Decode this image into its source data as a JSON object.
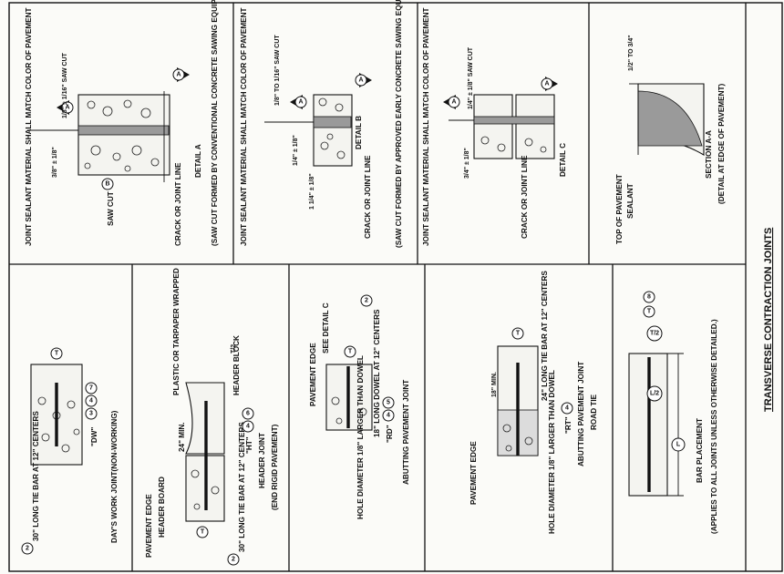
{
  "title": "TRANSVERSE CONTRACTION JOINTS",
  "details": {
    "detail_a": {
      "title": "DETAIL A",
      "note": "(SAW CUT FORMED BY CONVENTIONAL CONCRETE SAWING EQUIPMENT.)",
      "sealant": "JOINT SEALANT MATERIAL SHALL MATCH COLOR OF PAVEMENT",
      "saw_cut_label": "SAW CUT",
      "crack_label": "CRACK OR JOINT LINE",
      "top_dim": "1/8\" ± 1/16\" SAW CUT",
      "side_dim": "3/8\" ± 1/8\"",
      "marker_b": "B",
      "marker_a": "A"
    },
    "detail_b": {
      "title": "DETAIL B",
      "note": "(SAW CUT FORMED BY APPROVED EARLY CONCRETE SAWING EQUIPMENT.)",
      "sealant": "JOINT SEALANT MATERIAL SHALL MATCH COLOR OF PAVEMENT",
      "crack_label": "CRACK OR JOINT LINE",
      "top_dim": "1/8\" TO 1/16\" SAW CUT",
      "side_dim": "1 1/4\" ± 1/8\"",
      "side_dim2": "1/4\" ± 1/8\"",
      "marker_a": "A"
    },
    "detail_c": {
      "title": "DETAIL C",
      "sealant": "JOINT SEALANT MATERIAL SHALL MATCH COLOR OF PAVEMENT",
      "crack_label": "CRACK OR JOINT LINE",
      "top_dim": "1/4\" ± 1/8\" SAW CUT",
      "side_dim": "3/4\" ± 1/8\"",
      "marker_a": "A"
    },
    "section_aa": {
      "title": "SECTION A-A",
      "note": "(DETAIL AT EDGE OF PAVEMENT)",
      "top_label": "TOP OF PAVEMENT",
      "sealant": "SEALANT",
      "dim": "1/2\" TO 3/4\""
    }
  },
  "joints": {
    "dw": {
      "code": "\"DW\"",
      "refs": [
        "3",
        "4",
        "7"
      ],
      "title": "DAY'S WORK JOINT(NON-WORKING)",
      "bar": "30\" LONG TIE BAR AT 12\" CENTERS",
      "bar_ref": "2",
      "t": "T"
    },
    "ht": {
      "code": "\"HT\"",
      "refs": [
        "4",
        "6"
      ],
      "title": "HEADER JOINT",
      "subtitle": "(END RIGID PAVEMENT)",
      "edge": "PAVEMENT EDGE",
      "board": "HEADER BOARD",
      "min": "24\" MIN.",
      "wrap": "PLASTIC OR TARPAPER WRAPPED",
      "block": "HEADER BLOCK",
      "bar": "30\" LONG TIE BAR AT 12\" CENTERS",
      "bar_ref": "2",
      "half": "T/2",
      "t": "T"
    },
    "rd": {
      "code": "\"RD\"",
      "refs": [
        "4",
        "5"
      ],
      "title": "ABUTTING PAVEMENT JOINT",
      "edge": "PAVEMENT EDGE",
      "see": "SEE DETAIL C",
      "dowel": "18\" LONG DOWEL AT 12\" CENTERS",
      "dowel_ref": "2",
      "hole": "HOLE DIAMETER 1/8\" LARGER THAN DOWEL",
      "t": "T"
    },
    "rt": {
      "code": "\"RT\"",
      "refs": [
        "4"
      ],
      "title": "ABUTTING PAVEMENT JOINT",
      "subtitle": "ROAD TIE",
      "edge": "PAVEMENT EDGE",
      "bar": "24\" LONG TIE BAR AT 12\" CENTERS",
      "hole": "HOLE DIAMETER 1/8\" LARGER THAN DOWEL",
      "min": "18\" MIN.",
      "t": "T"
    },
    "bar": {
      "title": "BAR PLACEMENT",
      "note": "(APPLIES TO ALL JOINTS UNLESS OTHERWISE DETAILED.)",
      "t": "T",
      "half": "T/2",
      "l": "L",
      "lhalf": "L/2",
      "ref": "8"
    }
  }
}
